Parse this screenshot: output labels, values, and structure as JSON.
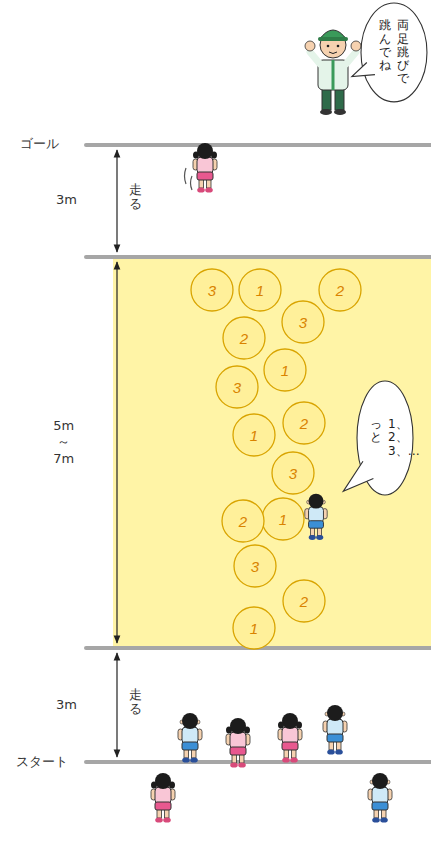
{
  "diagram": {
    "nodes": [
      {
        "text": [
          "両足跳びで 跳んでね"
        ]
      },
      {
        "text": [
          "3"
        ]
      },
      {
        "text": [
          "1"
        ]
      },
      {
        "text": [
          "2"
        ]
      },
      {
        "text": [
          "3"
        ]
      },
      {
        "text": [
          "2"
        ]
      },
      {
        "text": [
          "1"
        ]
      },
      {
        "text": [
          "3"
        ]
      },
      {
        "text": [
          "2"
        ]
      },
      {
        "text": [
          "1"
        ]
      },
      {
        "text": [
          "3"
        ]
      },
      {
        "text": [
          "1"
        ]
      },
      {
        "text": [
          "2"
        ]
      },
      {
        "text": [
          "3"
        ]
      },
      {
        "text": [
          "2"
        ]
      },
      {
        "text": [
          "1"
        ]
      },
      {
        "text": [
          "1、2、3、… っと"
        ]
      }
    ],
    "labels": [
      "ゴール",
      "3m",
      "走る",
      "5m ～ 7m",
      "3m",
      "走る",
      "スタート"
    ]
  }
}
